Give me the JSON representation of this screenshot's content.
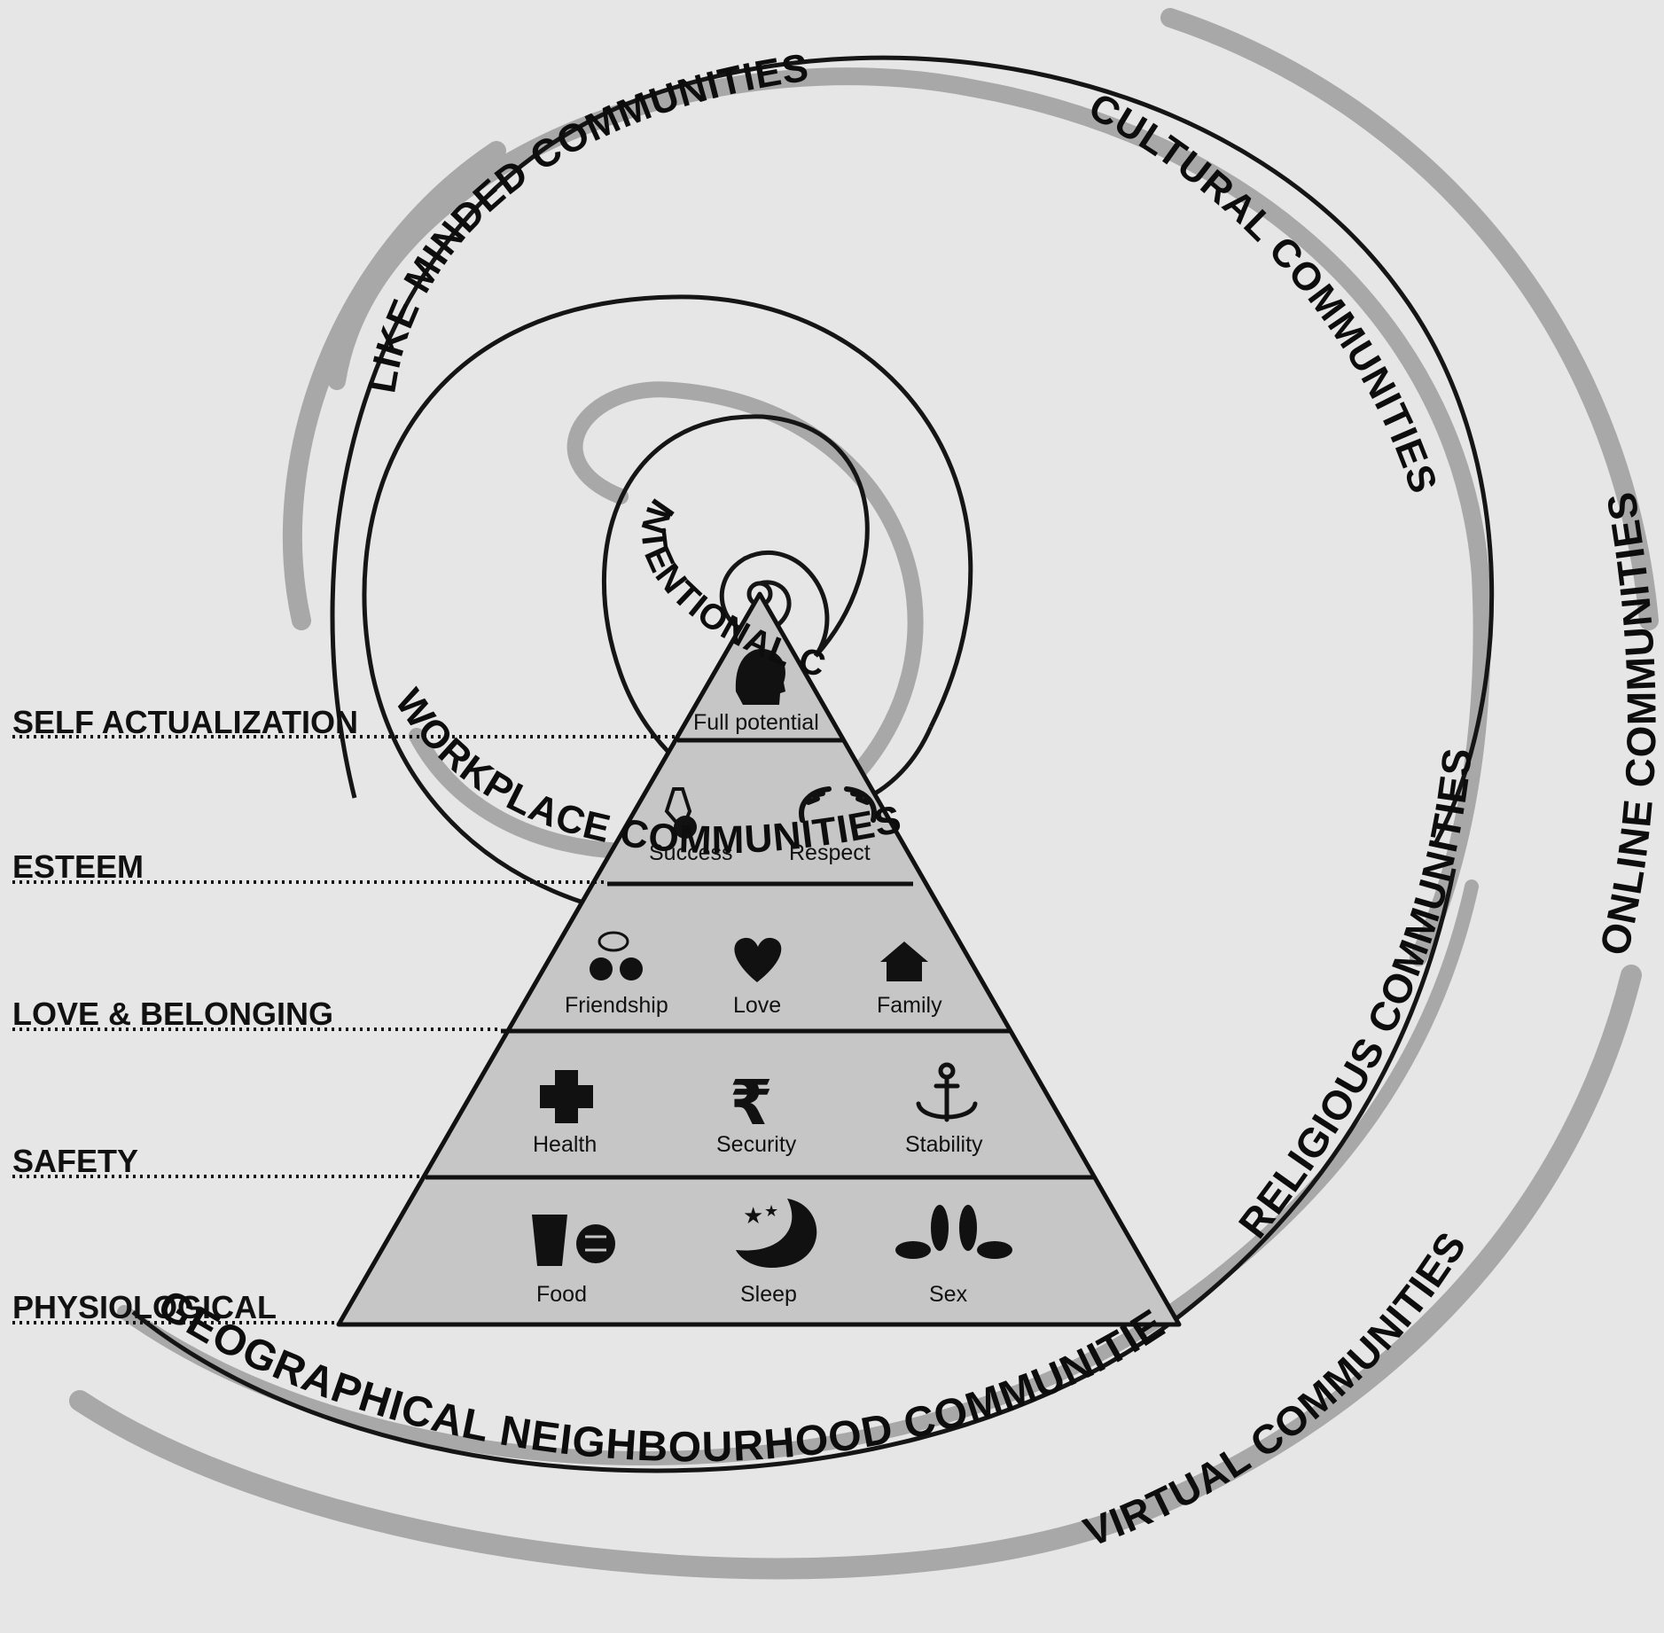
{
  "levels": [
    {
      "name": "SELF ACTUALIZATION"
    },
    {
      "name": "ESTEEM"
    },
    {
      "name": "LOVE & BELONGING"
    },
    {
      "name": "SAFETY"
    },
    {
      "name": "PHYSIOLOGICAL"
    }
  ],
  "items": {
    "full_potential": "Full potential",
    "success": "Success",
    "respect": "Respect",
    "friendship": "Friendship",
    "love": "Love",
    "family": "Family",
    "health": "Health",
    "security": "Security",
    "stability": "Stability",
    "food": "Food",
    "sleep": "Sleep",
    "sex": "Sex"
  },
  "communities": {
    "intentional": "INTENTIONAL COMMUNITIES",
    "workplace": "WORKPLACE COMMUNITIES",
    "like_minded": "LIKE MINDED COMMUNITIES",
    "cultural": "CULTURAL COMMUNITIES",
    "religious": "RELIGIOUS COMMUNITIES",
    "geographical": "GEOGRAPHICAL NEIGHBOURHOOD COMMUNITIES",
    "virtual": "VIRTUAL COMMUNITIES",
    "online": "ONLINE COMMUNITIES"
  },
  "colors": {
    "background": "#e6e6e6",
    "pyramid_fill": "#c6c6c6",
    "brush": "#a6a6a6",
    "ink": "#111111"
  }
}
